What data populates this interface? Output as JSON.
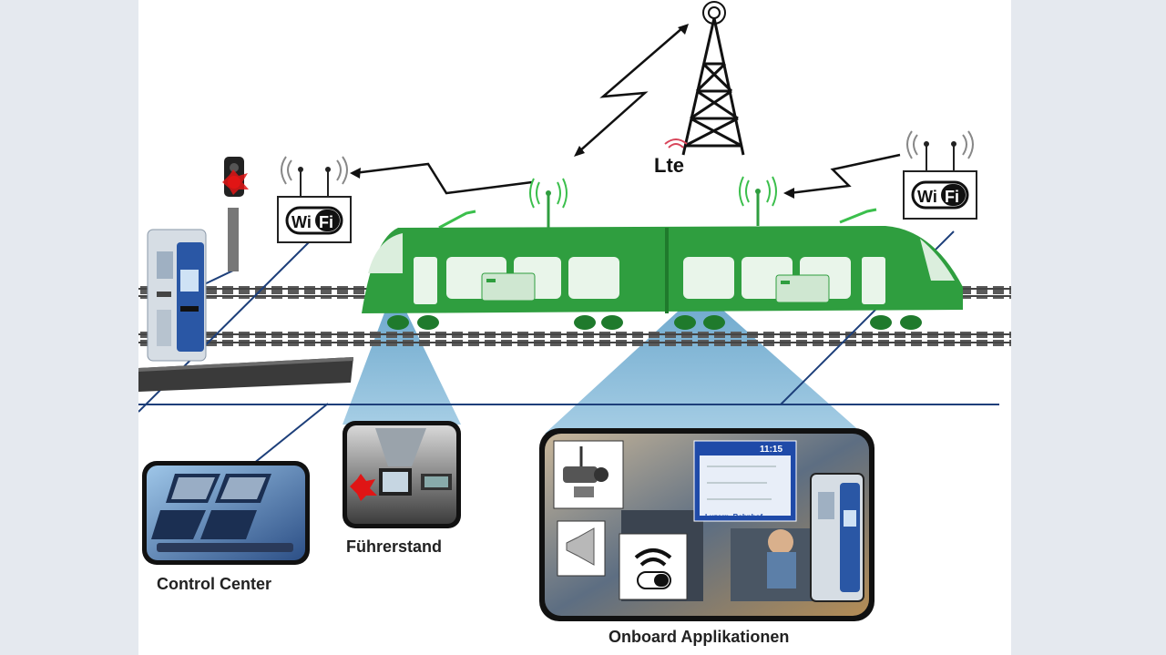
{
  "labels": {
    "control_center": "Control Center",
    "fuehrerstand": "Führerstand",
    "onboard": "Onboard Applikationen",
    "lte": "Lte",
    "wifi_left": "Wi Fi",
    "wifi_right": "Wi Fi",
    "display_time": "11:15",
    "display_last": "Luzern, Bahnhof"
  },
  "colors": {
    "train": "#2f9e3f",
    "train_dark": "#1f7a2c",
    "beam": "#7fb6d6",
    "link_line": "#1d3f7a",
    "kiosk": "#2a57a5"
  },
  "icons": [
    "tower-icon",
    "wifi-icon",
    "signal-light-icon",
    "camera-icon",
    "speaker-icon",
    "wifi-waves-icon"
  ]
}
